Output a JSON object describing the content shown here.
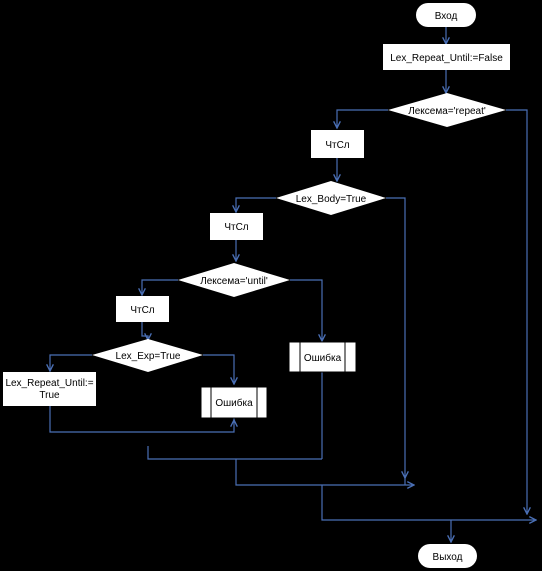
{
  "flowchart": {
    "start": "Вход",
    "end": "Выход",
    "init": "Lex_Repeat_Until:=False",
    "cond_repeat": "Лексема='repeat'",
    "read1": "ЧтСл",
    "cond_body": "Lex_Body=True",
    "read2": "ЧтСл",
    "cond_until": "Лексема='until'",
    "read3": "ЧтСл",
    "cond_exp": "Lex_Exp=True",
    "assign_line1": "Lex_Repeat_Until:=",
    "assign_line2": "True",
    "error1": "Ошибка",
    "error2": "Ошибка"
  },
  "colors": {
    "background": "#000000",
    "shape_fill": "#ffffff",
    "connector": "#4a6fb5",
    "text": "#000000"
  }
}
